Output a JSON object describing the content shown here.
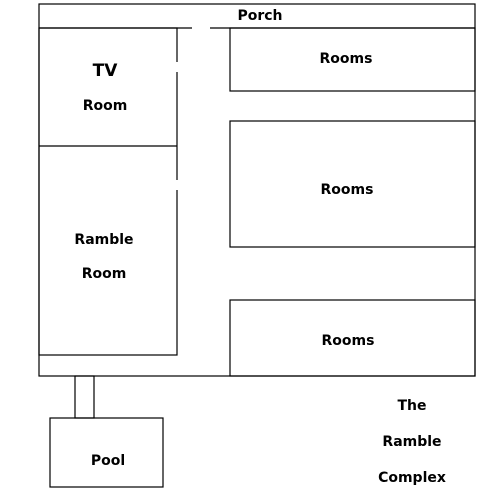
{
  "plan": {
    "porch": "Porch",
    "tv_room": {
      "line1": "TV",
      "line2": "Room"
    },
    "ramble_room": {
      "line1": "Ramble",
      "line2": "Room"
    },
    "rooms_top": "Rooms",
    "rooms_middle": "Rooms",
    "rooms_bottom": "Rooms",
    "pool": "Pool"
  },
  "caption": {
    "line1": "The",
    "line2": "Ramble",
    "line3": "Complex"
  }
}
